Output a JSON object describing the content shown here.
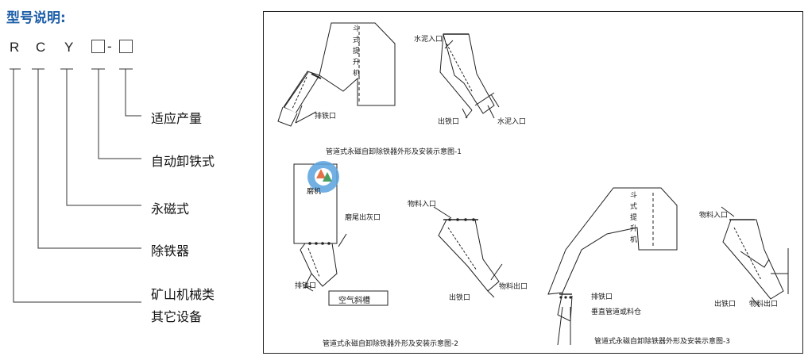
{
  "legend": {
    "title": "型号说明:",
    "code_letters": [
      "R",
      "C",
      "Y"
    ],
    "code_separator": "-",
    "labels": [
      "适应产量",
      "自动卸铁式",
      "永磁式",
      "除铁器",
      "矿山机械类",
      "其它设备"
    ]
  },
  "figures": {
    "elevator_text": "斗式提升机",
    "cement_inlet": "水泥入口",
    "iron_outlet": "排铁口",
    "iron_outlet_b": "出铁口",
    "cement_inlet_2": "水泥入口",
    "caption_1": "管道式永磁自卸除铁器外形及安装示意图-1",
    "mill": "磨机",
    "mill_tail_outlet": "磨尾出灰口",
    "material_inlet": "物料入口",
    "air_chute": "空气斜槽",
    "material_outlet": "物料出口",
    "caption_2": "管道式永磁自卸除铁器外形及安装示意图-2",
    "vertical_pipe": "垂直管道或料仓",
    "caption_3": "管道式永磁自卸除铁器外形及安装示意图-3"
  }
}
